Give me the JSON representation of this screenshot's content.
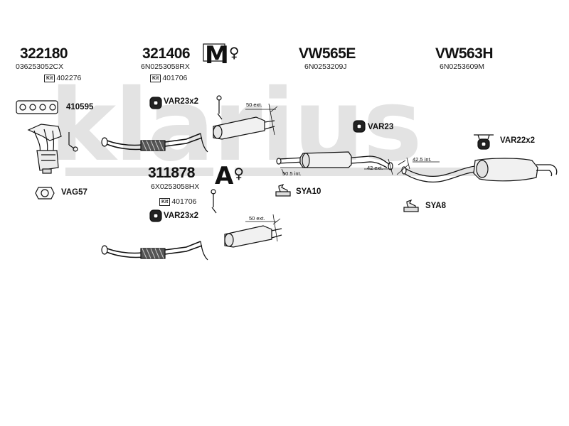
{
  "watermark": "klarius",
  "parts": {
    "p322180": {
      "number": "322180",
      "ref": "036253052CX",
      "kit": "402276"
    },
    "p321406": {
      "number": "321406",
      "ref": "6N0253058RX",
      "kit": "401706"
    },
    "p311878": {
      "number": "311878",
      "ref": "6X0253058HX",
      "kit": "401706"
    },
    "vw565e": {
      "number": "VW565E",
      "ref": "6N0253209J"
    },
    "vw563h": {
      "number": "VW563H",
      "ref": "6N0253609M"
    }
  },
  "kit_label": "Kit",
  "callouts": {
    "gasket_410595": "410595",
    "vag57": "VAG57",
    "var23x2_a": "VAR23x2",
    "var23x2_b": "VAR23x2",
    "var23": "VAR23",
    "var22x2": "VAR22x2",
    "sya10": "SYA10",
    "sya8": "SYA8"
  },
  "dimensions": {
    "d50_ext_a": "50 ext.",
    "d50_ext_b": "50 ext.",
    "d50_5_int": "50.5 int.",
    "d42_ext": "42 ext.",
    "d42_5_int": "42.5 int."
  },
  "fitting_symbols": {
    "m": "M",
    "a": "A"
  },
  "colors": {
    "ink": "#111111",
    "watermark": "#e3e3e3",
    "pipe_fill": "#f4f4f4"
  }
}
